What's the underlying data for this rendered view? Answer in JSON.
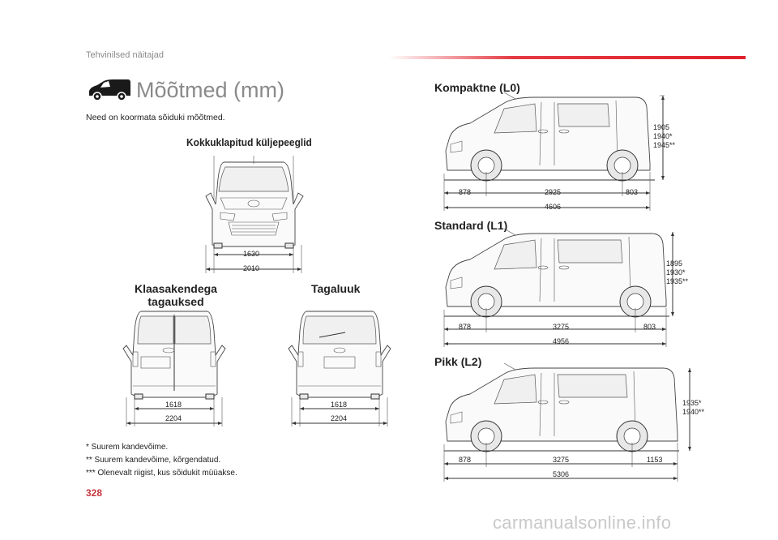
{
  "header": {
    "section": "Tehvinilsed näitajad"
  },
  "title": {
    "icon": "van-icon",
    "text": "Mõõtmed (mm)"
  },
  "subtitle": "Need on koormata sõiduki mõõtmed.",
  "front_view": {
    "title": "Kokkuklapitud küljepeeglid",
    "dim_inner": "1630",
    "dim_outer": "2010"
  },
  "rear_doors": {
    "title_line1": "Klaasakendega",
    "title_line2": "tagauksed",
    "dim_inner": "1618",
    "dim_outer": "2204"
  },
  "tailgate": {
    "title": "Tagaluuk",
    "dim_inner": "1618",
    "dim_outer": "2204"
  },
  "vans": [
    {
      "title": "Kompaktne (L0)",
      "front": "878",
      "wheelbase": "2925",
      "rear": "803",
      "total": "4606",
      "heights": [
        "1905",
        "1940*",
        "1945**"
      ]
    },
    {
      "title": "Standard (L1)",
      "front": "878",
      "wheelbase": "3275",
      "rear": "803",
      "total": "4956",
      "heights": [
        "1895",
        "1930*",
        "1935**"
      ]
    },
    {
      "title": "Pikk (L2)",
      "front": "878",
      "wheelbase": "3275",
      "rear": "1153",
      "total": "5306",
      "heights": [
        "1935*",
        "1940**"
      ]
    }
  ],
  "footnotes": [
    "* Suurem kandevõime.",
    "** Suurem kandevõime, kõrgendatud.",
    "*** Olenevalt riigist, kus sõidukit müüakse."
  ],
  "page_number": "328",
  "watermark": "carmanualsonline.info"
}
